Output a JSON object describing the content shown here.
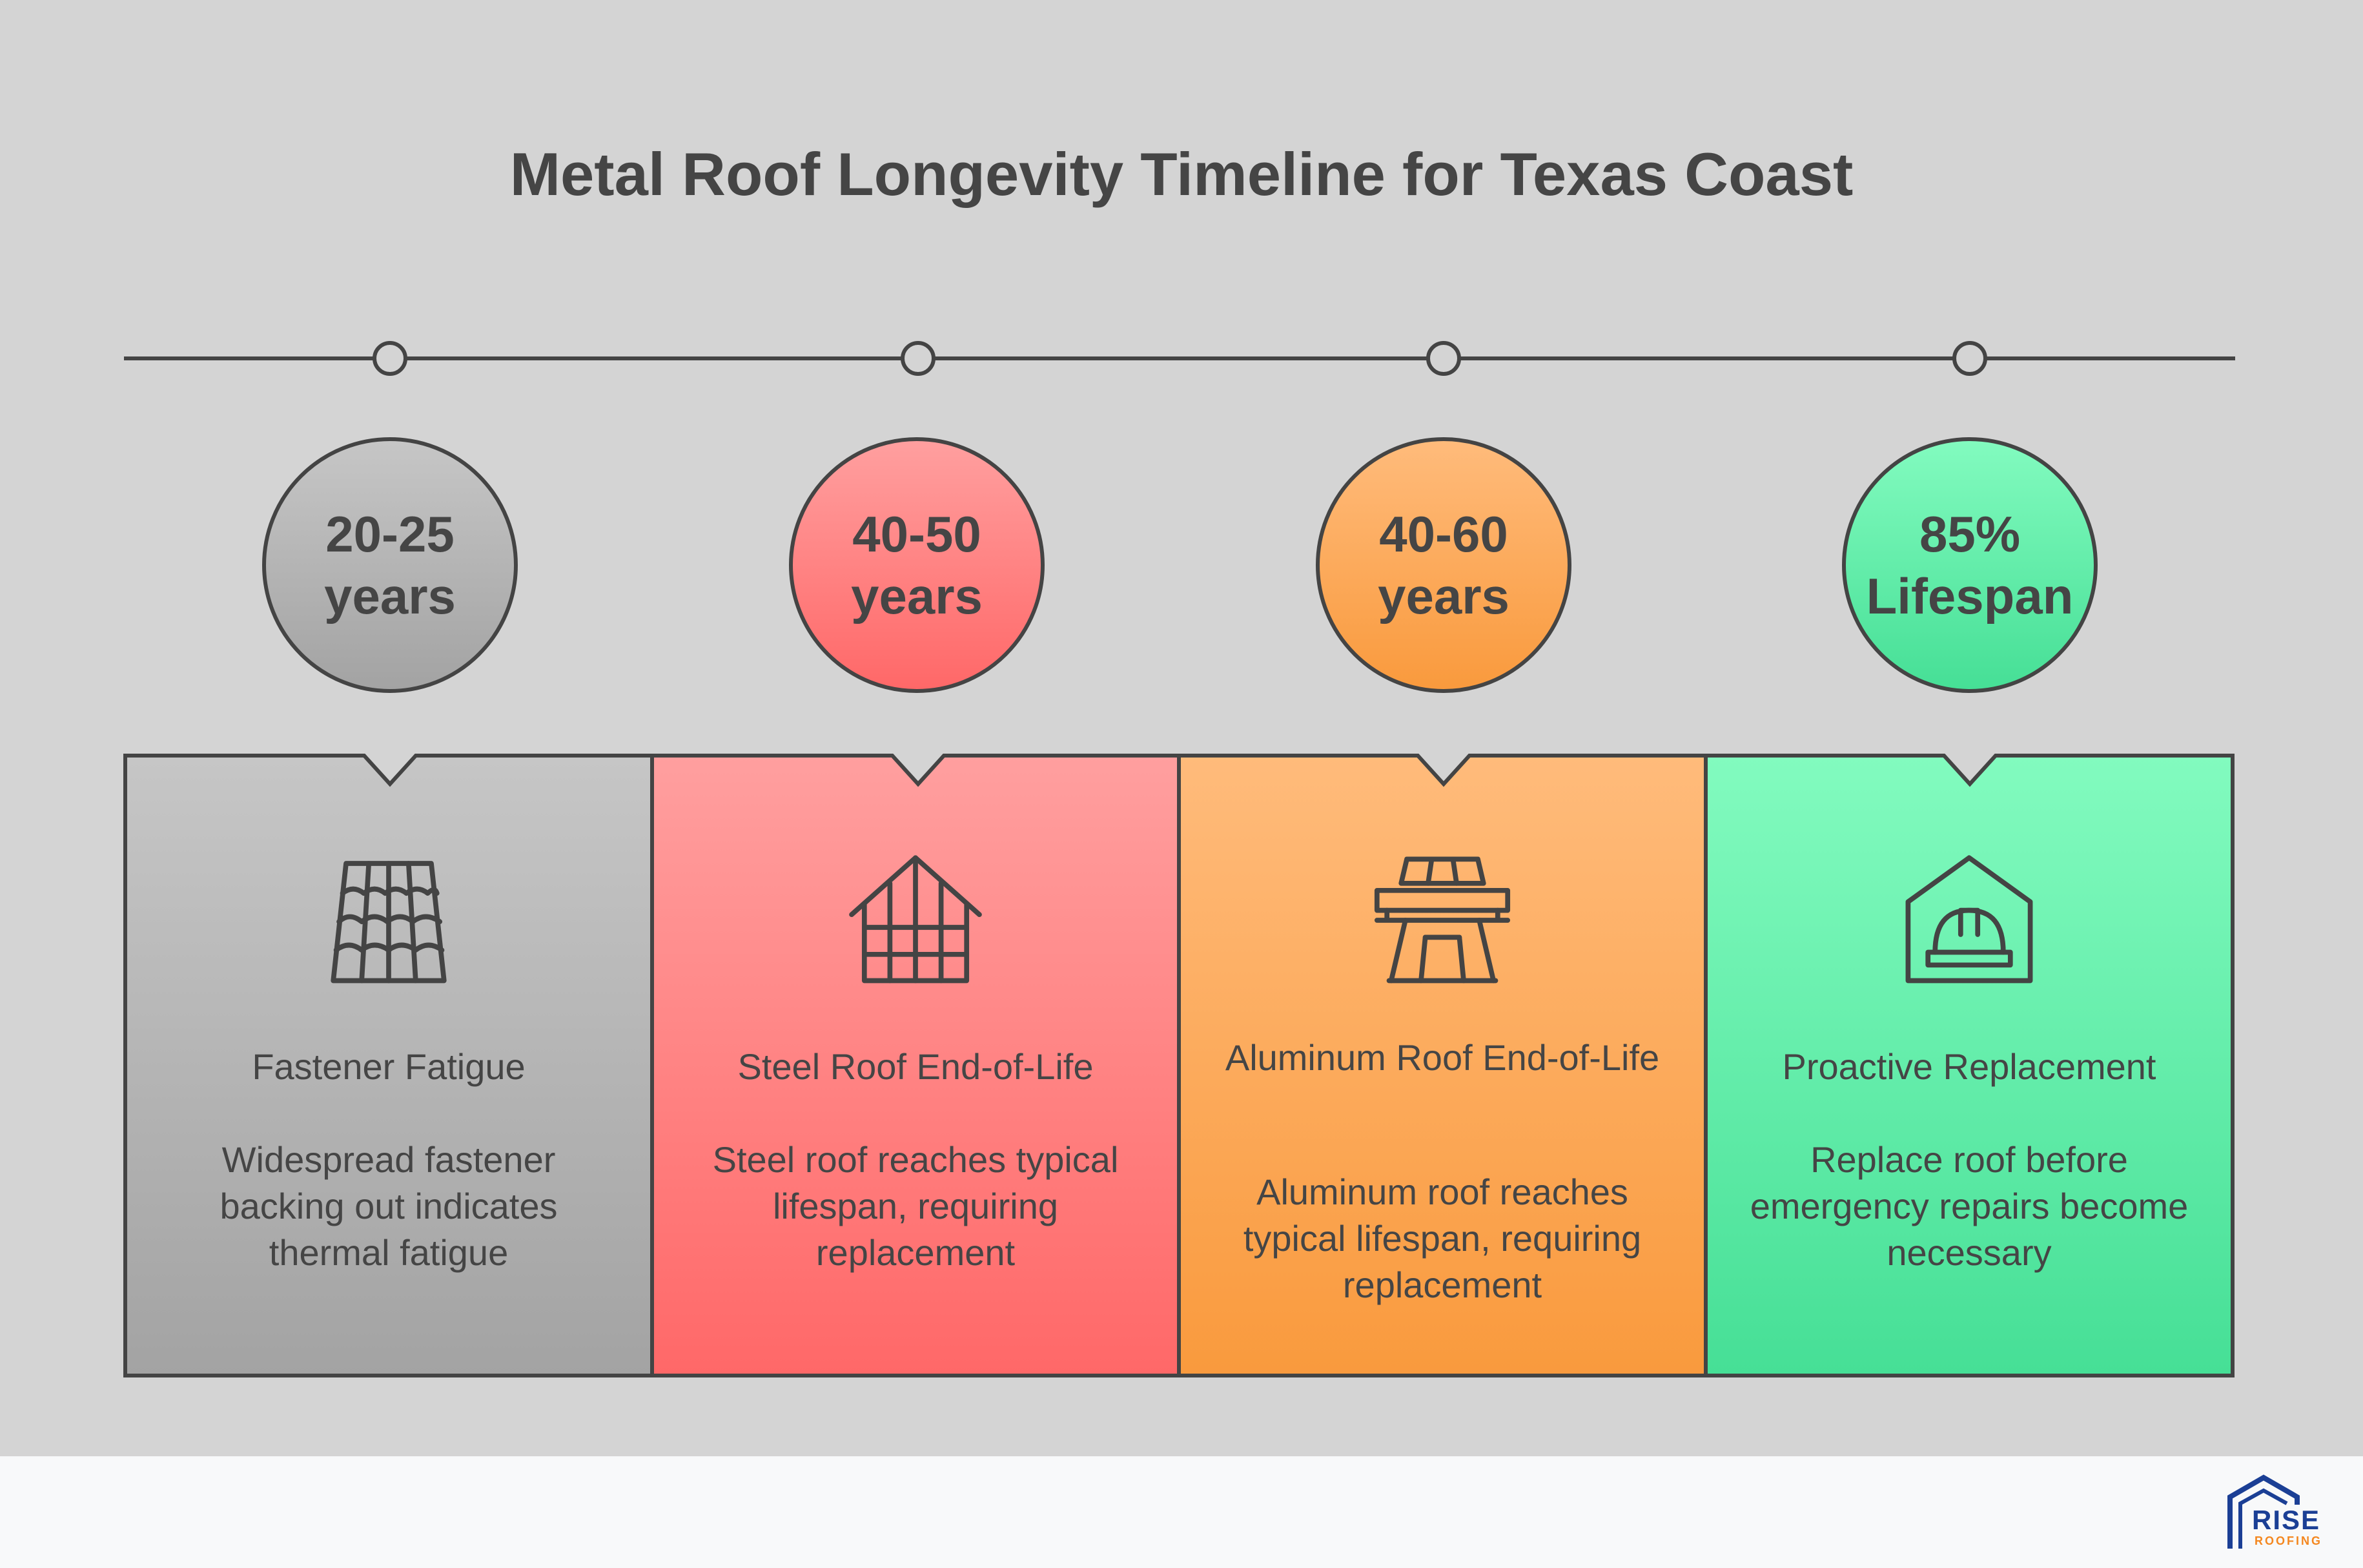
{
  "title": "Metal Roof Longevity Timeline for Texas Coast",
  "colors": {
    "panel": "#d4d4d4",
    "outline": "#444444",
    "gray": [
      "#c6c6c6",
      "#a3a3a3"
    ],
    "red": [
      "#ff9f9f",
      "#ff6868"
    ],
    "orange": [
      "#ffbb7b",
      "#f99a3d"
    ],
    "green": [
      "#82fbbf",
      "#46df96"
    ],
    "logo_blue": "#1b3f95",
    "logo_orange": "#f4871f"
  },
  "stages": [
    {
      "bubble": "20-25\nyears",
      "title": "Fastener Fatigue",
      "description": "Widespread fastener backing out indicates thermal fatigue",
      "icon": "roof-tiles-icon",
      "color": "gray"
    },
    {
      "bubble": "40-50\nyears",
      "title": "Steel Roof End-of-Life",
      "description": "Steel roof reaches typical lifespan, requiring replacement",
      "icon": "roof-frame-icon",
      "color": "red"
    },
    {
      "bubble": "40-60\nyears",
      "title": "Aluminum Roof End-of-Life",
      "description": "Aluminum roof reaches typical lifespan, requiring replacement",
      "icon": "highway-gantry-icon",
      "color": "orange"
    },
    {
      "bubble": "85%\nLifespan",
      "title": "Proactive Replacement",
      "description": "Replace roof before emergency repairs become necessary",
      "icon": "house-hardhat-icon",
      "color": "green"
    }
  ],
  "logo": {
    "word": "RISE",
    "sub": "ROOFING"
  }
}
